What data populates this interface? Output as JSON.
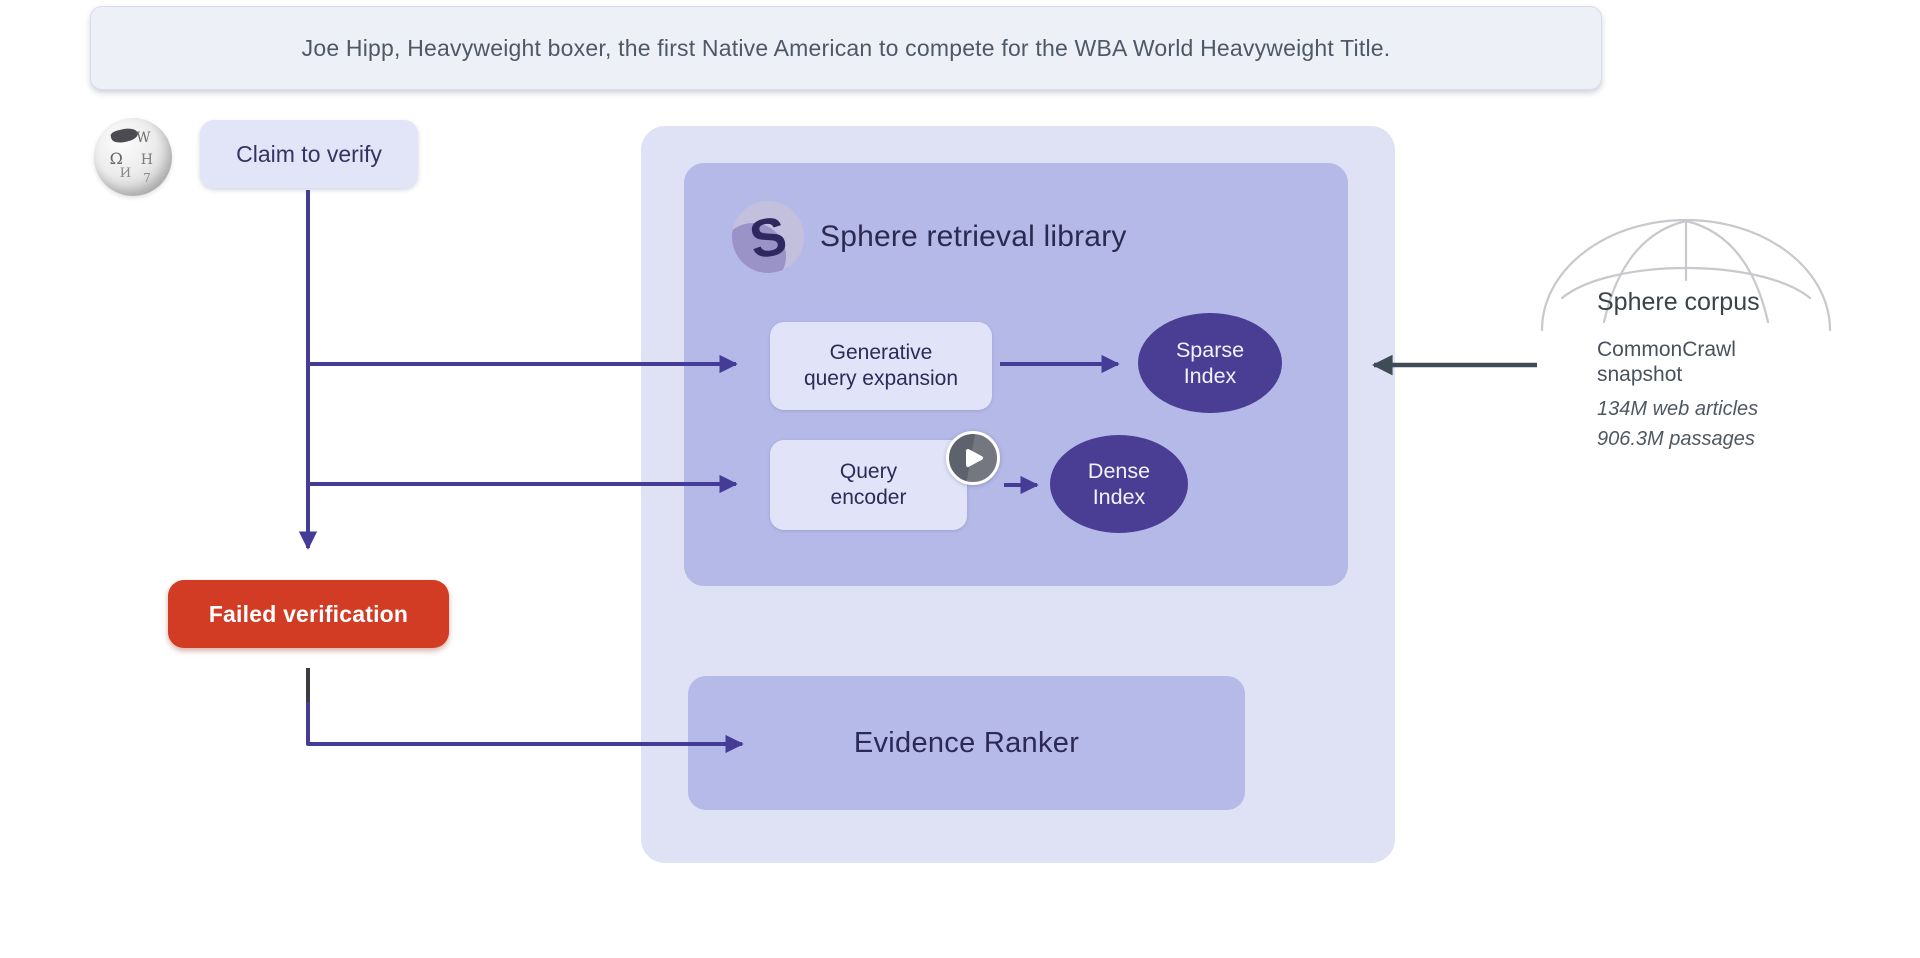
{
  "colors": {
    "background": "#ffffff",
    "banner_bg": "#eef0f8",
    "panel_outer": "#dfe2f4",
    "panel_inner": "#b4b9e8",
    "node_box": "#e1e4f9",
    "index_ellipse": "#4a3e94",
    "arrow_purple": "#453c98",
    "arrow_slate": "#3f4b55",
    "failed_red": "#d23b24",
    "text_navy": "#2d2a55",
    "text_slate": "#49525c"
  },
  "banner": {
    "text": "Joe Hipp, Heavyweight boxer, the first Native American to compete for the WBA World Heavyweight Title."
  },
  "claim": {
    "label": "Claim to verify"
  },
  "failed": {
    "label": "Failed verification"
  },
  "library": {
    "title": "Sphere retrieval library",
    "generative": {
      "line1": "Generative",
      "line2": "query expansion"
    },
    "sparse": {
      "line1": "Sparse",
      "line2": "Index"
    },
    "encoder": {
      "line1": "Query",
      "line2": "encoder"
    },
    "dense": {
      "line1": "Dense",
      "line2": "Index"
    },
    "evidence": {
      "label": "Evidence Ranker"
    }
  },
  "corpus": {
    "title": "Sphere corpus",
    "snapshot_line1": "CommonCrawl",
    "snapshot_line2": "snapshot",
    "stat1": "134M web articles",
    "stat2": "906.3M passages"
  }
}
